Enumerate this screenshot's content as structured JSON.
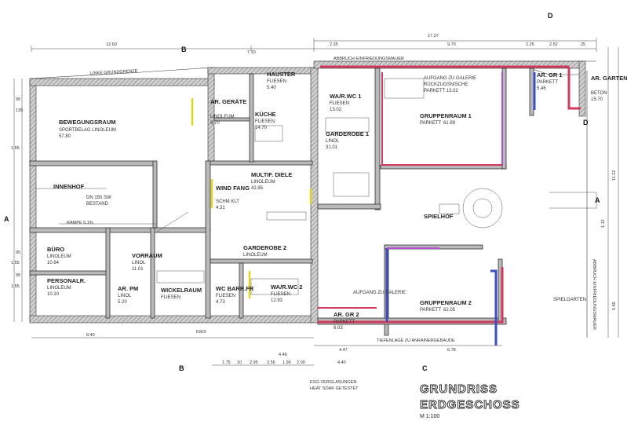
{
  "title": {
    "line1": "GRUNDRISS",
    "line2": "ERDGESCHOSS",
    "scale": "M 1:100"
  },
  "notes": {
    "esg1": "ESG-VERGLASUNGEN",
    "esg2": "HEAT SOAK GETESTET",
    "boundary_left": "LINKE GRUNDGRENZE",
    "boundary_top": "ABBRUCH EINFRIEDUNGSMAUER",
    "boundary_right": "ABBRUCH EINFRIEDUNGSMAUER",
    "neighbor": "TIEFENLAGE ZU ANRAINERGEBAUDE",
    "kies": "KIES",
    "ramp": "RAMPE 5.1%",
    "spielgarten": "SPIELGARTEN"
  },
  "sections": {
    "a_left": "A",
    "a_right": "A",
    "b_top": "B",
    "b_bottom": "B",
    "c_bottom": "C",
    "d_top": "D",
    "d_right": "D"
  },
  "rooms": {
    "bewegungsraum": {
      "name": "BEWEGUNGSRAUM",
      "line2": "SPORTBELAG LINOLEUM",
      "area": "57.80"
    },
    "innenhof": {
      "name": "INNENHOF",
      "line2": "DN 150  SW",
      "area": "BESTAND"
    },
    "buero": {
      "name": "BÜRO",
      "line2": "LINOLEUM",
      "area": "10.64"
    },
    "personal": {
      "name": "PERSONALR.",
      "line2": "LINOLEUM",
      "area": "10.10"
    },
    "vorraum": {
      "name": "VORRAUM",
      "line2": "LINOL",
      "area": "11.01"
    },
    "arpm": {
      "name": "AR. PM",
      "line2": "LINOL",
      "area": "5.20"
    },
    "wickelraum": {
      "name": "WICKELRAUM",
      "line2": "FLIESEN",
      "area": ""
    },
    "windfang": {
      "name": "WIND FANG",
      "line2": "SCHM.KLT",
      "area": "4.31"
    },
    "multifdiele": {
      "name": "MULTIF. DIELE",
      "line2": "LINOLEUM",
      "area": "42.85"
    },
    "garderobe2": {
      "name": "GARDEROBE 2",
      "line2": "LINOLEUM",
      "area": ""
    },
    "wcbarfr": {
      "name": "WC BARR.FR",
      "line2": "FLIESEN",
      "area": "4.73"
    },
    "warwc2": {
      "name": "WA/R.WC 2",
      "line2": "FLIESEN",
      "area": "12.93"
    },
    "argerate": {
      "name": "AR. GERÄTE",
      "line2": "LINOLEUM",
      "area": "9.70"
    },
    "hauster": {
      "name": "HAUSTER",
      "line2": "FLIESEN",
      "area": "5.40"
    },
    "kueche": {
      "name": "KÜCHE",
      "line2": "FLIESEN",
      "area": "14.70"
    },
    "warwc1": {
      "name": "WA/R.WC 1",
      "line2": "FLIESEN",
      "area": "13.02"
    },
    "garderobe1": {
      "name": "GARDEROBE 1",
      "line2": "LINOL",
      "area": "31.01"
    },
    "gruppenraum1": {
      "name": "GRUPPENRAUM 1",
      "line2": "PARKETT",
      "area": "61.89"
    },
    "argr1": {
      "name": "AR. GR 1",
      "line2": "PARKETT",
      "area": "5.46"
    },
    "argartengerate": {
      "name": "AR. GARTEN-GERÄTE",
      "line2": "BETON",
      "area": "15.70"
    },
    "spielhof": {
      "name": "SPIELHOF",
      "line2": "",
      "area": ""
    },
    "gruppenraum2": {
      "name": "GRUPPENRAUM 2",
      "line2": "PARKETT",
      "area": "62.05"
    },
    "argr2": {
      "name": "AR. GR 2",
      "line2": "PARKETT",
      "area": "6.03"
    },
    "galerie1": {
      "name": "AUFGANG ZU GALERIE",
      "line2": "RÜCKZUGSNISCHE",
      "area": "PARKETT 13.02"
    },
    "galerie2": {
      "name": "AUFGANG ZU GALERIE",
      "line2": "",
      "area": ""
    }
  },
  "dimensions": {
    "top_left": "12.60",
    "top_mid": "7.10",
    "top_r1": "17.37",
    "top_r2": "2.35",
    "top_r3": "9.70",
    "top_r4": "2.25",
    "top_r5": "2.52",
    "top_r6": "25",
    "bottom_left": "8.40",
    "bottom_mid": "4.46",
    "bottom_r1": "4.47",
    "bottom_r2": "6.78",
    "bottom_b1": "1.75",
    "bottom_b2": "10",
    "bottom_b3": "2.95",
    "bottom_b4": "2.56",
    "bottom_b5": "1.90",
    "bottom_b6": "2.00",
    "bottom_b7": "4.40",
    "left_1": "95",
    "left_2": "135",
    "left_3": "1.55",
    "left_4": "95",
    "left_5": "1.55",
    "left_6": "95",
    "left_7": "1.55",
    "right_1": "5.60",
    "right_2": "11.12",
    "right_3": "1.12"
  }
}
